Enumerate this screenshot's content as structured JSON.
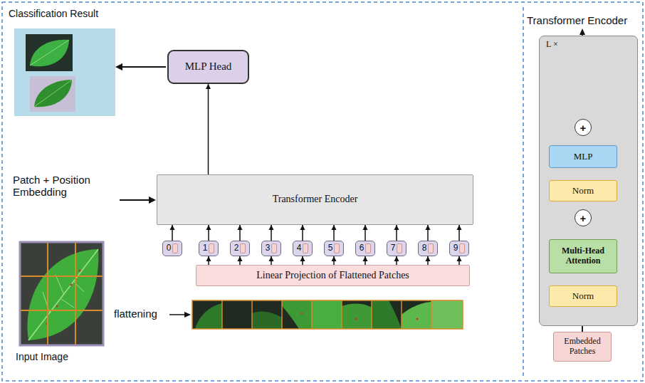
{
  "diagram": {
    "nodes": [
      {
        "text": [
          "MLP Head"
        ]
      },
      {
        "text": [
          "Transformer Encoder"
        ]
      },
      {
        "text": [
          "0"
        ]
      },
      {
        "text": [
          "1"
        ]
      },
      {
        "text": [
          "2"
        ]
      },
      {
        "text": [
          "3"
        ]
      },
      {
        "text": [
          "4"
        ]
      },
      {
        "text": [
          "5"
        ]
      },
      {
        "text": [
          "6"
        ]
      },
      {
        "text": [
          "7"
        ]
      },
      {
        "text": [
          "8"
        ]
      },
      {
        "text": [
          "9"
        ]
      },
      {
        "text": [
          "Linear Projection of Flattened Patches"
        ]
      },
      {
        "text": [
          "L ×"
        ]
      },
      {
        "text": [
          "+"
        ],
        "in": 13
      },
      {
        "text": [
          "MLP"
        ],
        "in": 13
      },
      {
        "text": [
          "Norm"
        ],
        "in": 13
      },
      {
        "text": [
          "+"
        ],
        "in": 13
      },
      {
        "text": [
          "Multi-Head Attention"
        ],
        "in": 13
      },
      {
        "text": [
          "Norm"
        ],
        "in": 13
      },
      {
        "text": [
          "Embedded Patches"
        ]
      }
    ],
    "edges": [
      {
        "from": 1,
        "to": 0,
        "arrow": "to"
      },
      {
        "from": 2,
        "to": 1,
        "arrow": "to"
      },
      {
        "from": 3,
        "to": 1,
        "arrow": "to"
      },
      {
        "from": 4,
        "to": 1,
        "arrow": "to"
      },
      {
        "from": 5,
        "to": 1,
        "arrow": "to"
      },
      {
        "from": 6,
        "to": 1,
        "arrow": "to"
      },
      {
        "from": 7,
        "to": 1,
        "arrow": "to"
      },
      {
        "from": 8,
        "to": 1,
        "arrow": "to"
      },
      {
        "from": 9,
        "to": 1,
        "arrow": "to"
      },
      {
        "from": 10,
        "to": 1,
        "arrow": "to"
      },
      {
        "from": 11,
        "to": 1,
        "arrow": "to"
      },
      {
        "from": 12,
        "to": 3,
        "arrow": "to"
      },
      {
        "from": 12,
        "to": 4,
        "arrow": "to"
      },
      {
        "from": 12,
        "to": 5,
        "arrow": "to"
      },
      {
        "from": 12,
        "to": 6,
        "arrow": "to"
      },
      {
        "from": 12,
        "to": 7,
        "arrow": "to"
      },
      {
        "from": 12,
        "to": 8,
        "arrow": "to"
      },
      {
        "from": 12,
        "to": 9,
        "arrow": "to"
      },
      {
        "from": 12,
        "to": 10,
        "arrow": "to"
      },
      {
        "from": 12,
        "to": 11,
        "arrow": "to"
      },
      {
        "from": 20,
        "to": 19,
        "arrow": "to"
      },
      {
        "from": 19,
        "to": 18,
        "arrow": "to"
      },
      {
        "from": 18,
        "to": 17,
        "arrow": "to"
      },
      {
        "from": 17,
        "to": 16,
        "arrow": "to"
      },
      {
        "from": 16,
        "to": 15,
        "arrow": "to"
      },
      {
        "from": 15,
        "to": 14,
        "arrow": "to"
      },
      {
        "from": 20,
        "to": 17,
        "arrow": "to"
      },
      {
        "from": 17,
        "to": 14,
        "arrow": "to"
      }
    ],
    "labels": [
      "Classification Result",
      "Patch + Position Embedding",
      "flattening",
      "Input Image",
      "Transformer Encoder"
    ]
  }
}
